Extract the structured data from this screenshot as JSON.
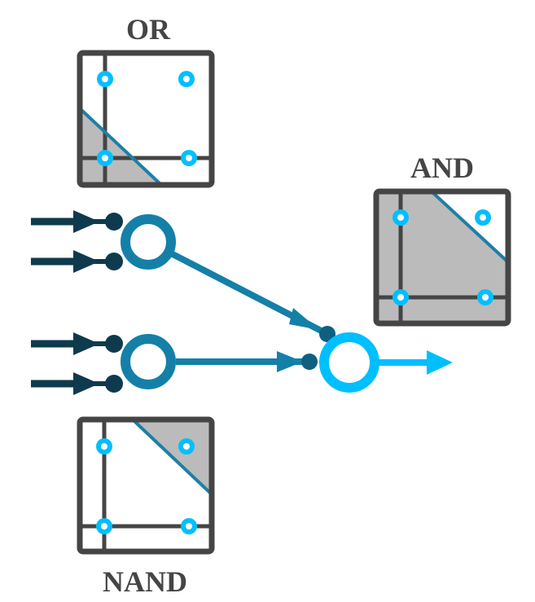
{
  "labels": {
    "or": "OR",
    "and": "AND",
    "nand": "NAND"
  },
  "colors": {
    "background": "#ffffff",
    "box_border": "#454545",
    "box_fill": "#ffffff",
    "shaded_region": "#bbbbbb",
    "axis": "#454545",
    "point_fill": "#00bfff",
    "point_hole": "#ffffff",
    "decision_line": "#1e7fa5",
    "input_arrow": "#0f3a4d",
    "hidden_neuron": "#1480a8",
    "output_neuron": "#00bfff",
    "label_text": "#454545"
  },
  "icons": {
    "neuron": "ring-circle",
    "connection": "arrow",
    "data_point": "ring-dot"
  }
}
